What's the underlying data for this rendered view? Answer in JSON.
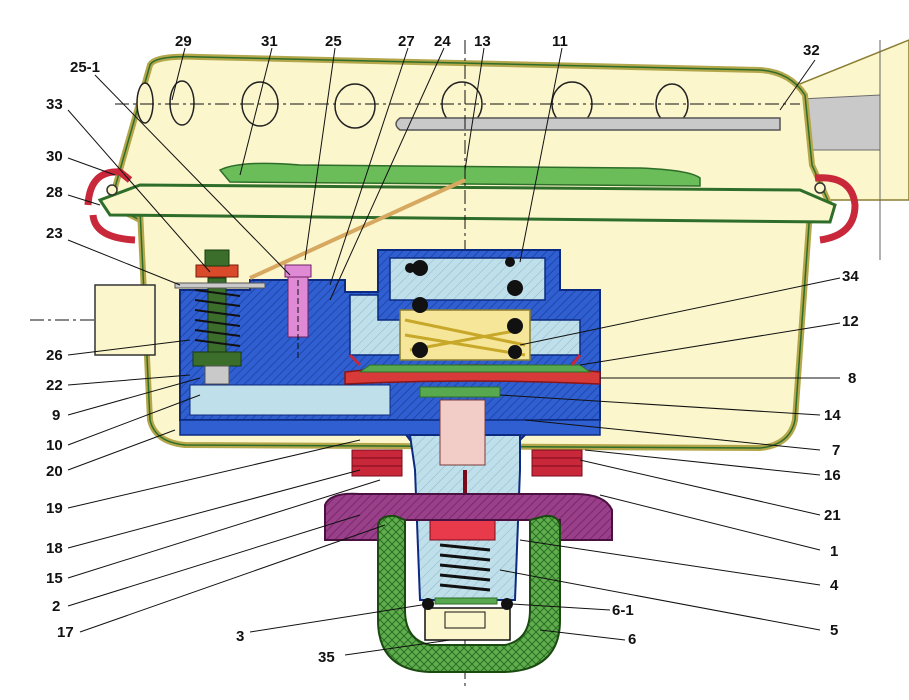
{
  "callouts": [
    {
      "id": "29",
      "text": "29"
    },
    {
      "id": "31",
      "text": "31"
    },
    {
      "id": "25",
      "text": "25"
    },
    {
      "id": "27",
      "text": "27"
    },
    {
      "id": "24",
      "text": "24"
    },
    {
      "id": "13",
      "text": "13"
    },
    {
      "id": "11",
      "text": "11"
    },
    {
      "id": "32",
      "text": "32"
    },
    {
      "id": "25-1",
      "text": "25-1"
    },
    {
      "id": "33",
      "text": "33"
    },
    {
      "id": "30",
      "text": "30"
    },
    {
      "id": "28",
      "text": "28"
    },
    {
      "id": "23",
      "text": "23"
    },
    {
      "id": "26",
      "text": "26"
    },
    {
      "id": "22",
      "text": "22"
    },
    {
      "id": "9",
      "text": "9"
    },
    {
      "id": "10",
      "text": "10"
    },
    {
      "id": "20",
      "text": "20"
    },
    {
      "id": "19",
      "text": "19"
    },
    {
      "id": "18",
      "text": "18"
    },
    {
      "id": "15",
      "text": "15"
    },
    {
      "id": "2",
      "text": "2"
    },
    {
      "id": "17",
      "text": "17"
    },
    {
      "id": "3",
      "text": "3"
    },
    {
      "id": "35",
      "text": "35"
    },
    {
      "id": "34",
      "text": "34"
    },
    {
      "id": "12",
      "text": "12"
    },
    {
      "id": "8",
      "text": "8"
    },
    {
      "id": "14",
      "text": "14"
    },
    {
      "id": "7",
      "text": "7"
    },
    {
      "id": "16",
      "text": "16"
    },
    {
      "id": "21",
      "text": "21"
    },
    {
      "id": "1",
      "text": "1"
    },
    {
      "id": "4",
      "text": "4"
    },
    {
      "id": "5",
      "text": "5"
    },
    {
      "id": "6-1",
      "text": "6-1"
    },
    {
      "id": "6",
      "text": "6"
    }
  ],
  "colors": {
    "housing_fill": "#fbf6cc",
    "housing_outline": "#b4a64a",
    "body_blue": "#2f5fd0",
    "chamber_light_blue": "#bfe0ea",
    "diaphragm_red": "#d83a3a",
    "plate_green": "#58a84f",
    "cap_magenta": "#9a3f8a",
    "cap_green": "#4a9c3c",
    "pin_pink": "#e08ad6",
    "bracket_red": "#c8283a"
  },
  "icons": [
    "cross-section-drawing"
  ]
}
